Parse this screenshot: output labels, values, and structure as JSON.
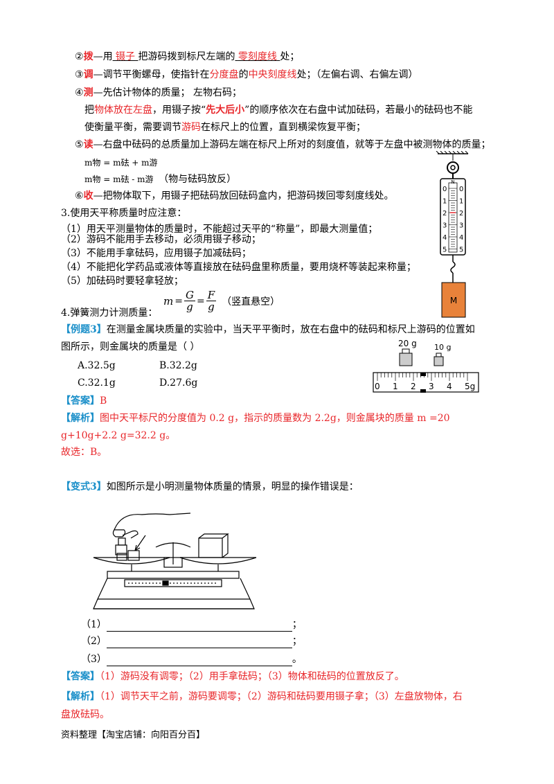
{
  "steps": {
    "s2": {
      "mark": "②",
      "verb": "拨",
      "t1": "—用",
      "f1": "镊子",
      "t2": "把游码拨到标尺左端的",
      "f2": "零刻度线",
      "t3": "处；"
    },
    "s3": {
      "mark": "③",
      "verb": "调",
      "t1": "—调节平衡螺母，使指针在",
      "r1": "分度盘",
      "t2": "的",
      "r2": "中央刻度线",
      "t3": "处；（左偏右调、右偏左调）"
    },
    "s4": {
      "mark": "④",
      "verb": "测",
      "t1": "—先估计物体的质量；  左物右码；",
      "l2a": "把",
      "l2r": "物体放在左盘",
      "l2b": "，用镊子按“",
      "l2bold": "先大后小",
      "l2c": "”的顺序依次在右盘中试加砝码，若最小的砝码也不能",
      "l3a": "使衡量平衡，需要调节",
      "l3r": "游码",
      "l3b": "在标尺上的位置，直到横梁恢复平衡；"
    },
    "s5": {
      "mark": "⑤",
      "verb": "读",
      "t1": "—右盘中砝码的总质量加上游码左端在标尺上所对的刻度值，就等于左盘中被测物体的质量；",
      "f1": "m物 = m砝 + m游",
      "f2": "m物 = m砝 - m游",
      "f2note": "（物与砝码放反）"
    },
    "s6": {
      "mark": "⑥",
      "verb": "收",
      "t1": "—把物体取下，用镊子把砝码放回砝码盒内，把游码拨回零刻度线处。"
    }
  },
  "sec3": {
    "title": "3.使用天平称质量时应注意：",
    "items": [
      "（1）用天平测量物体的质量时，不能超过天平的“称量”，即最大测量值；",
      "（2）游码不能用手去移动，必须用镊子移动；",
      "（3）不能用手拿砝码，应用镊子加减砝码；",
      "（4）不能把化学药品或液体等直接放在砝码盘里称质量，要用烧杯等装起来称量；",
      "（5）加砝码时要轻拿轻放；"
    ]
  },
  "sec4": {
    "title": "4.弹簧测力计测质量：",
    "m": "m",
    "eq": "=",
    "G": "G",
    "F": "F",
    "g": "g",
    "note": "（竖直悬空）"
  },
  "spring": {
    "top": "N",
    "ticks": [
      "0",
      "1",
      "2",
      "3",
      "4",
      "5"
    ],
    "mass": "M"
  },
  "ex3": {
    "tag": "【例题3】",
    "q1": "在测量金属块质量的实验中，当天平平衡时，放在右盘中的砝码和标尺上游码的位置如",
    "q2": "图所示，则金属块的质量是（          ）",
    "opts": [
      "A.32.5g",
      "B.32.2g",
      "C.32.1g",
      "D.27.6g"
    ],
    "ans_tag": "【答案】",
    "ans": "B",
    "exp_tag": "【解析】",
    "exp1": "图中天平标尺的分度值为 0.2 g，指示的质量数为 2.2g，则金属块的质量 m =20",
    "exp2": "g+10g+2.2 g=32.2 g。",
    "conc": "故选：B。",
    "w1": "20 g",
    "w2": "10 g",
    "scale": [
      "0",
      "1",
      "2",
      "3",
      "4",
      "5g"
    ]
  },
  "var3": {
    "tag": "【变式3】",
    "q": "如图所示是小明测量物体质量的情景，明显的操作错误是：",
    "b1": "（1）",
    "b2": "（2）",
    "b3": "（3）",
    "e1": "；",
    "e2": "；",
    "e3": "。",
    "ans_tag": "【答案】",
    "ans": "（1）游码没有调零；（2）用手拿砝码；（3）物体和砝码的位置放反了。",
    "exp_tag": "【解析】",
    "exp1": "（1）调节天平之前，游码要调零；（2）游码和砝码要用镊子拿；（3）左盘放物体，右",
    "exp2": "盘放砝码。"
  },
  "footer": "资料整理【淘宝店铺：向阳百分百】"
}
